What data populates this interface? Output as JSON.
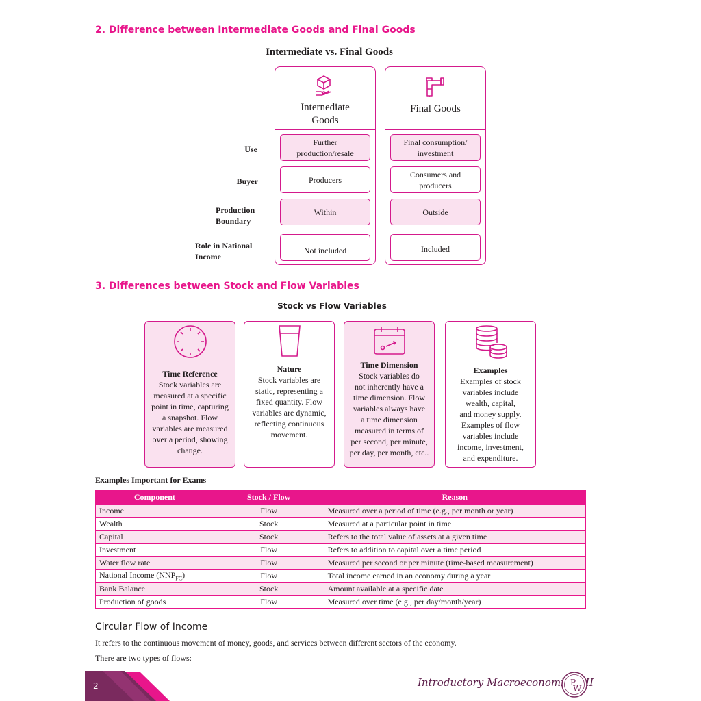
{
  "section2": {
    "heading": "2. Difference between Intermediate Goods and Final Goods",
    "diagram_title": "Intermediate vs. Final Goods",
    "col1_header_line1": "Internediate",
    "col1_header_line2": "Goods",
    "col2_header": "Final Goods",
    "rows": [
      {
        "label_line1": "Use",
        "label_line2": "",
        "col1_line1": "Further",
        "col1_line2": "production/resale",
        "col2_line1": "Final consumption/",
        "col2_line2": "investment"
      },
      {
        "label_line1": "Buyer",
        "label_line2": "",
        "col1_line1": "Producers",
        "col1_line2": "",
        "col2_line1": "Consumers and",
        "col2_line2": "producers"
      },
      {
        "label_line1": "Production",
        "label_line2": "Boundary",
        "col1_line1": "Within",
        "col1_line2": "",
        "col2_line1": "Outside",
        "col2_line2": ""
      },
      {
        "label_line1": "Role in National",
        "label_line2": "Income",
        "col1_line1": "Not included",
        "col1_line2": "",
        "col2_line1": "Included",
        "col2_line2": ""
      }
    ]
  },
  "section3": {
    "heading": "3. Differences between Stock and Flow Variables",
    "diagram_title": "Stock vs Flow Variables",
    "cards": [
      {
        "title": "Time Reference",
        "lines": [
          "Stock variables are",
          "measured at a specific",
          "point in time, capturing",
          "a snapshot. Flow",
          "variables are measured",
          "over a period, showing",
          "change."
        ]
      },
      {
        "title": "Nature",
        "lines": [
          "Stock variables are",
          "static, representing a",
          "fixed quantity. Flow",
          "variables are dynamic,",
          "reflecting continuous",
          "movement."
        ]
      },
      {
        "title": "Time Dimension",
        "lines": [
          "Stock variables do",
          "not inherently have a",
          "time dimension. Flow",
          "variables always have",
          "a time dimension",
          "measured in terms of",
          "per second, per minute,",
          "per day, per month, etc.."
        ]
      },
      {
        "title": "Examples",
        "lines": [
          "Examples of stock",
          "variables include",
          "wealth, capital,",
          "and money supply.",
          "Examples of flow",
          "variables include",
          "income, investment,",
          "and expenditure."
        ]
      }
    ]
  },
  "examples": {
    "heading": "Examples Important for Exams",
    "headers": [
      "Component",
      "Stock / Flow",
      "Reason"
    ],
    "rows": [
      [
        "Income",
        "Flow",
        "Measured over a period of time (e.g., per month or year)"
      ],
      [
        "Wealth",
        "Stock",
        "Measured at a particular point in time"
      ],
      [
        "Capital",
        "Stock",
        "Refers to the total value of assets at a given time"
      ],
      [
        "Investment",
        "Flow",
        "Refers to addition to capital over a time period"
      ],
      [
        "Water flow rate",
        "Flow",
        "Measured per second or per minute (time-based measurement)"
      ],
      [
        "National Income (NNP",
        "Flow",
        "Total income earned in an economy during a year"
      ],
      [
        "Bank Balance",
        "Stock",
        "Amount available at a specific date"
      ],
      [
        "Production of goods",
        "Flow",
        "Measured over time (e.g., per day/month/year)"
      ]
    ],
    "nnp_subscript": "FC",
    "nnp_close": ")"
  },
  "circular": {
    "heading": "Circular Flow of Income",
    "para1": "It refers to the continuous movement of money, goods, and services between different sectors of the economy.",
    "para2": "There are two types of flows:"
  },
  "footer": {
    "page_number": "2",
    "book_title": "Introductory Macroeconomics-XII",
    "logo_text": "PW"
  },
  "colors": {
    "accent": "#e8168b",
    "border": "#d41a8c",
    "light_fill": "#fae1ef",
    "footer_dark": "#7a2a5e"
  }
}
